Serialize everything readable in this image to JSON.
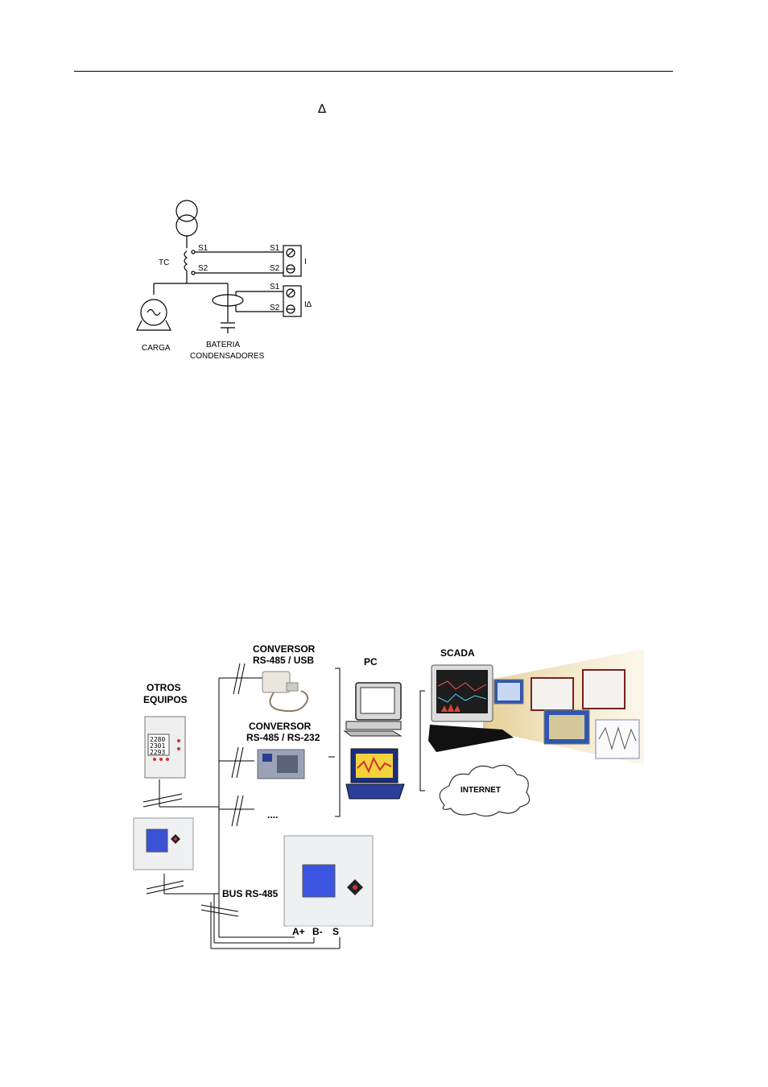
{
  "header": {
    "delta_symbol": "∆"
  },
  "wiring_diagram": {
    "ct_label": "TC",
    "terminals": {
      "s1": "S1",
      "s2": "S2"
    },
    "inputs": {
      "current": "I",
      "differential": "I∆"
    },
    "load_label": "CARGA",
    "battery_label_line1": "BATERIA",
    "battery_label_line2": "CONDENSADORES"
  },
  "comm_diagram": {
    "converter_usb_line1": "CONVERSOR",
    "converter_usb_line2": "RS-485 / USB",
    "converter_232_line1": "CONVERSOR",
    "converter_232_line2": "RS-485 / RS-232",
    "other_line1": "OTROS",
    "other_line2": "EQUIPOS",
    "pc": "PC",
    "scada": "SCADA",
    "internet": "INTERNET",
    "ellipsis": "....",
    "bus": "BUS RS-485",
    "term_a": "A+",
    "term_b": "B-",
    "term_s": "S",
    "meter_display": [
      "2280",
      "2301",
      "2293"
    ]
  }
}
